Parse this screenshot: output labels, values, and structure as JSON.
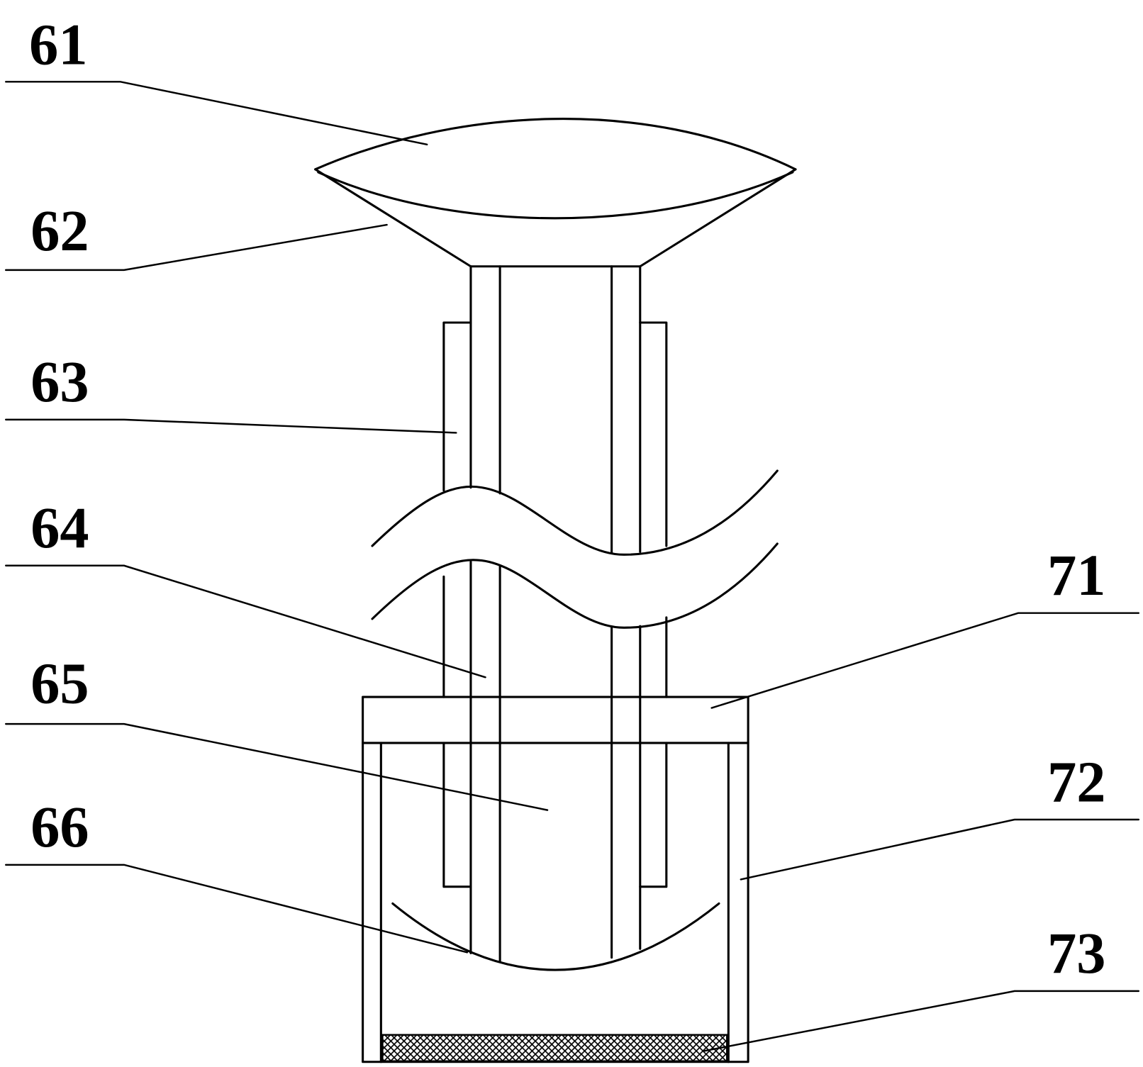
{
  "callouts": {
    "left": [
      "61",
      "62",
      "63",
      "64",
      "65",
      "66"
    ],
    "right": [
      "71",
      "72",
      "73"
    ]
  },
  "colors": {
    "line": "#000000",
    "background": "#ffffff"
  }
}
